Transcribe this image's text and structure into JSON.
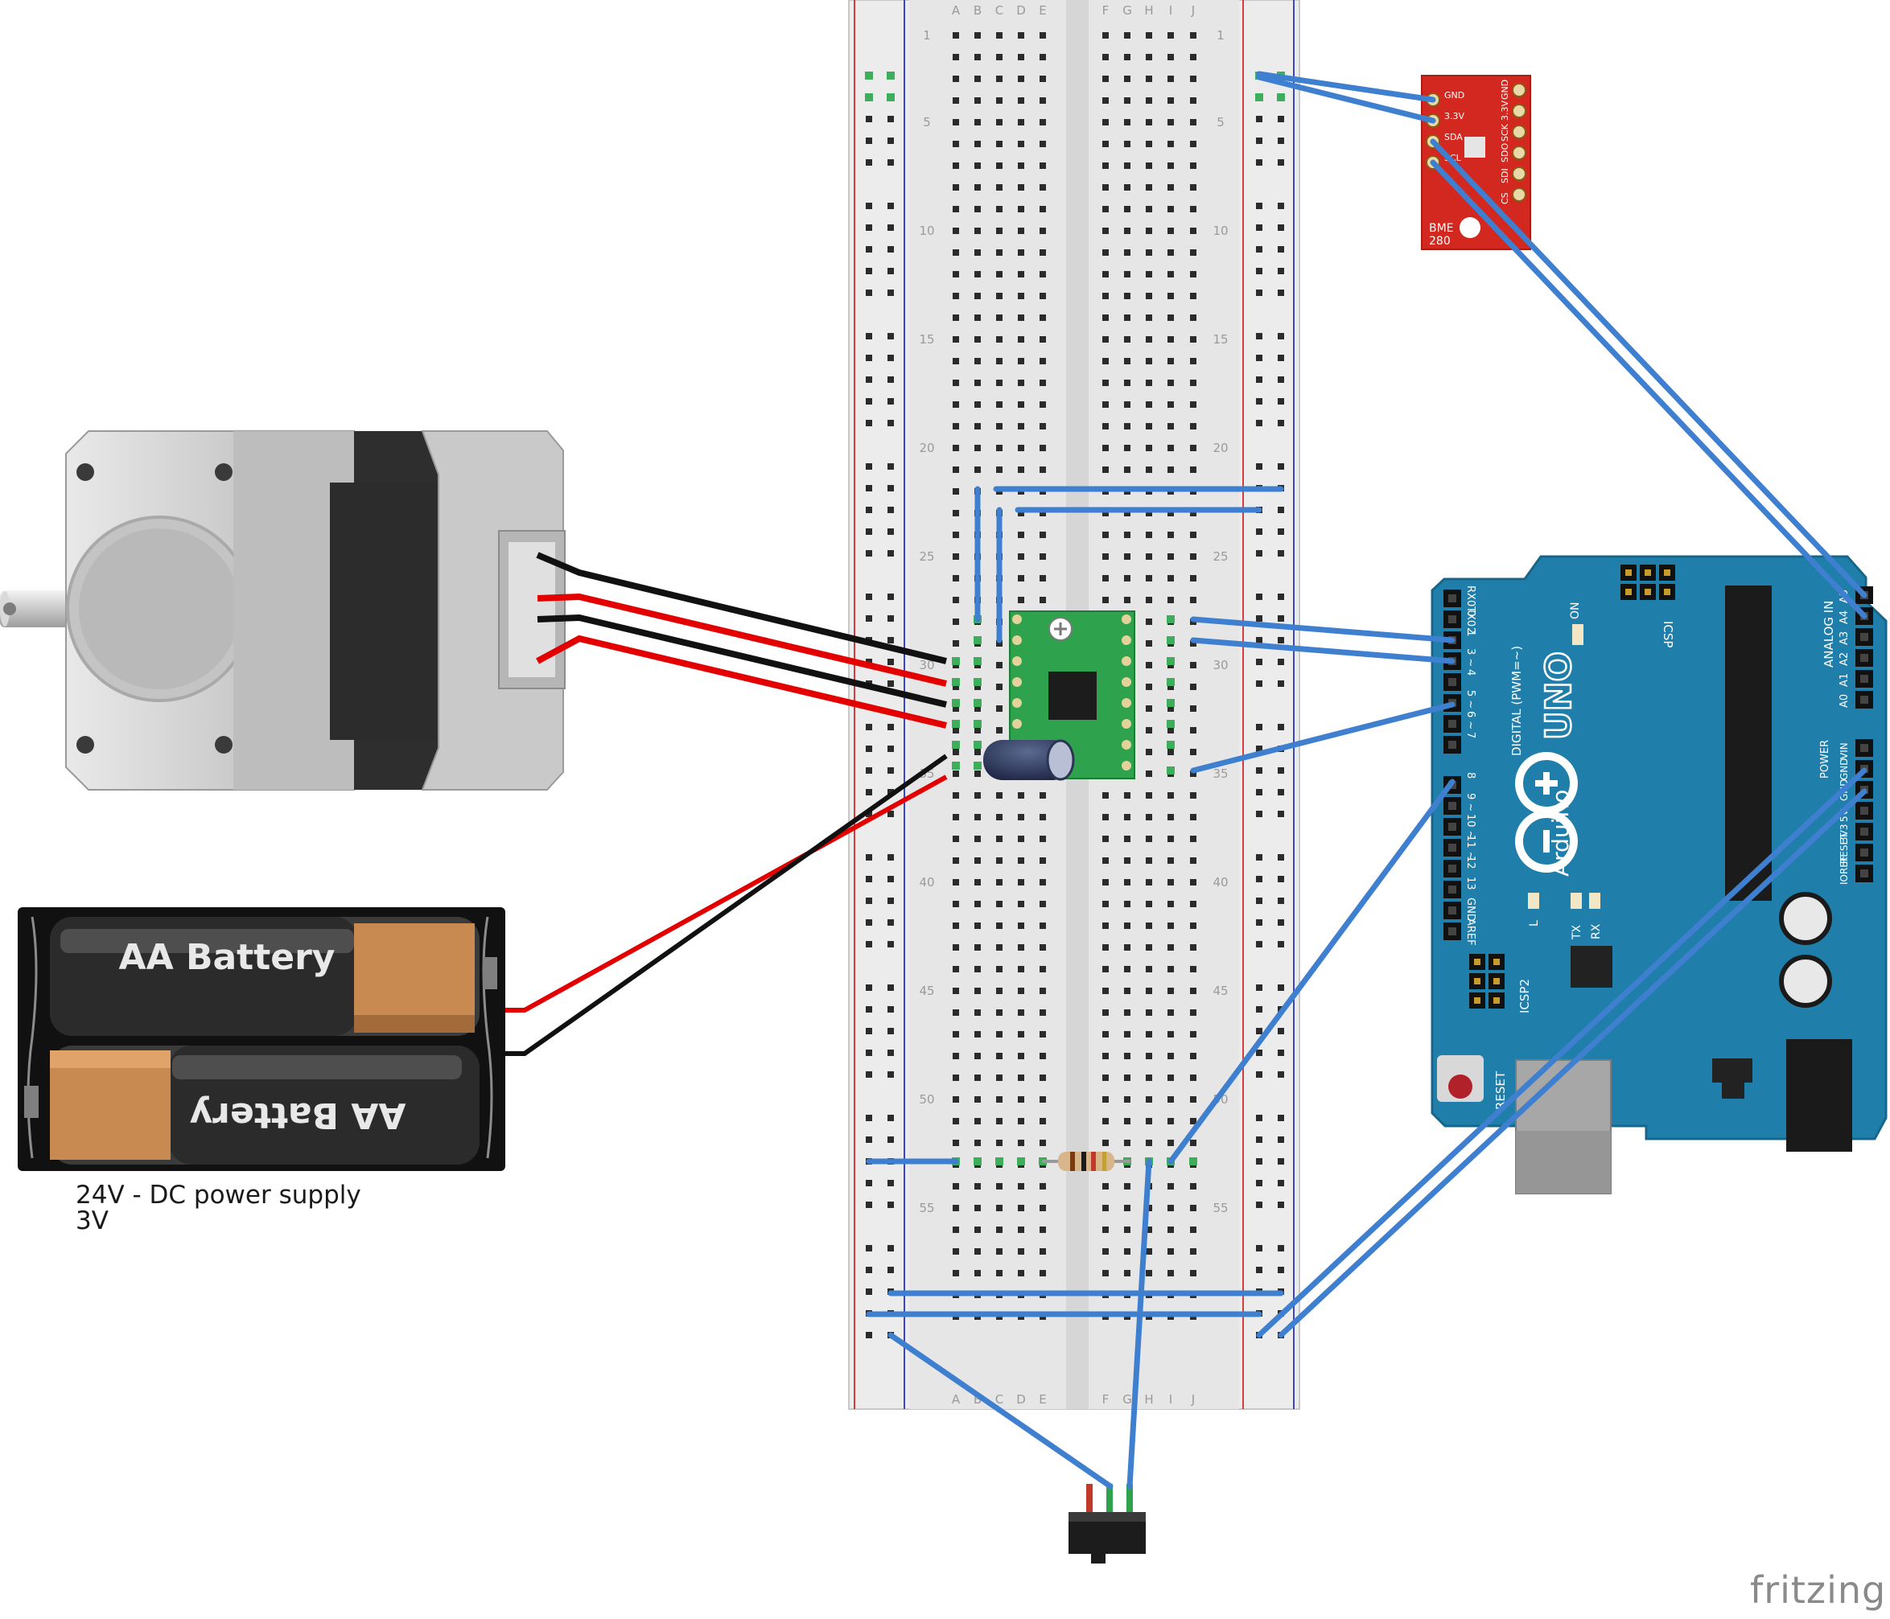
{
  "breadboard": {
    "columns_left": [
      "A",
      "B",
      "C",
      "D",
      "E"
    ],
    "columns_right": [
      "F",
      "G",
      "H",
      "I",
      "J"
    ],
    "row_labels": [
      "1",
      "5",
      "10",
      "15",
      "20",
      "25",
      "30",
      "35",
      "40",
      "45",
      "50",
      "55"
    ],
    "rows": 60
  },
  "battery": {
    "top_label": "AA Battery",
    "bottom_label": "AA Battery",
    "caption_line1": "24V - DC power supply",
    "caption_line2": "3V"
  },
  "bme280": {
    "name_line1": "BME",
    "name_line2": "280",
    "left_pins": [
      "GND",
      "3.3V",
      "SDA",
      "SCL"
    ],
    "right_pins": [
      "GND",
      "3.3V",
      "SCK",
      "SDO",
      "SDI",
      "CS"
    ]
  },
  "arduino": {
    "model": "UNO",
    "brand": "Arduino",
    "digital_label": "DIGITAL (PWM=~)",
    "analog_label": "ANALOG IN",
    "power_label": "POWER",
    "icsp_label": "ICSP",
    "icsp2_label": "ICSP2",
    "reset_label": "RESET",
    "on_label": "ON",
    "l_label": "L",
    "tx_label": "TX",
    "rx_label": "RX",
    "digital_pins": [
      "RX0 0",
      "TX0 1",
      "2",
      "3 ~",
      "4",
      "5 ~",
      "6 ~",
      "7",
      "8",
      "9 ~",
      "10 ~",
      "11 ~",
      "12",
      "13",
      "GND",
      "AREF"
    ],
    "analog_pins": [
      "A0",
      "A1",
      "A2",
      "A3",
      "A4",
      "A5"
    ],
    "power_pins": [
      "VIN",
      "GND",
      "GND",
      "5V",
      "3V3",
      "RESET",
      "IOREF"
    ]
  },
  "logo": "fritzing",
  "colors": {
    "wire_blue": "#3f7fd0",
    "wire_red": "#e20000",
    "wire_black": "#111111",
    "arduino_teal": "#1f7faa",
    "bme_red": "#d2281f",
    "driver_green": "#2ea24c"
  }
}
